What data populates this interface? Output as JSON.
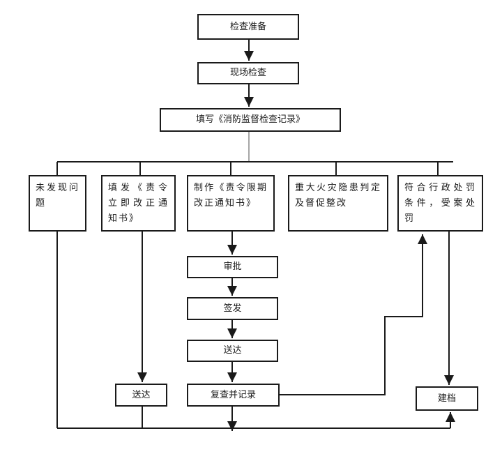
{
  "boxes": {
    "prepare": "检查准备",
    "onsite": "现场检查",
    "record": "填写《消防监督检查记录》",
    "no_problem": "未发现问题",
    "immediate_notice": "填发《责令立即改正通知书》",
    "deadline_notice": "制作《责令限期改正通知书》",
    "major_hazard": "重大火灾隐患判定及督促整改",
    "penalty": "符合行政处罚条件，受案处罚",
    "approve": "审批",
    "issue": "签发",
    "deliver_main": "送达",
    "deliver_left": "送达",
    "recheck": "复查并记录",
    "archive": "建档"
  }
}
